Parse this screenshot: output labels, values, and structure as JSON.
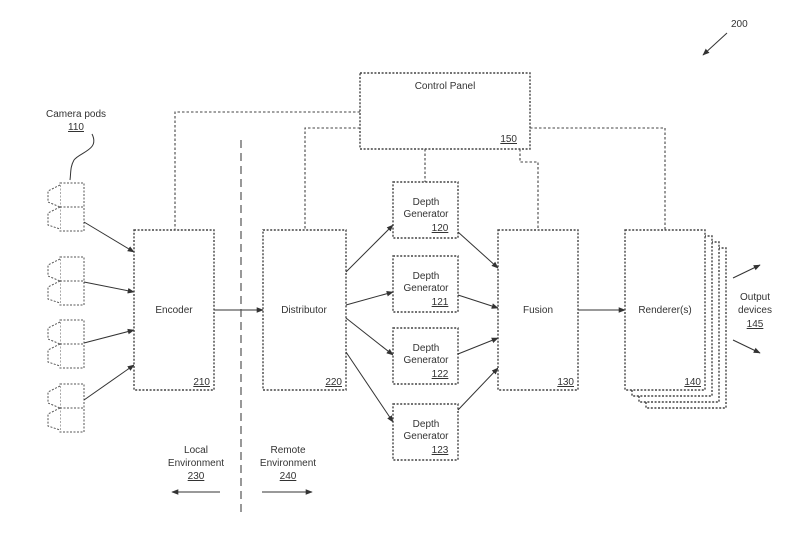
{
  "figure": {
    "ref": "200"
  },
  "camera_pods": {
    "label": "Camera pods",
    "ref": "110"
  },
  "control_panel": {
    "label": "Control Panel",
    "ref": "150"
  },
  "encoder": {
    "label": "Encoder",
    "ref": "210"
  },
  "distributor": {
    "label": "Distributor",
    "ref": "220"
  },
  "depth_generators": [
    {
      "line1": "Depth",
      "line2": "Generator",
      "ref": "120"
    },
    {
      "line1": "Depth",
      "line2": "Generator",
      "ref": "121"
    },
    {
      "line1": "Depth",
      "line2": "Generator",
      "ref": "122"
    },
    {
      "line1": "Depth",
      "line2": "Generator",
      "ref": "123"
    }
  ],
  "fusion": {
    "label": "Fusion",
    "ref": "130"
  },
  "renderer": {
    "label": "Renderer(s)",
    "ref": "140"
  },
  "output": {
    "line1": "Output",
    "line2": "devices",
    "ref": "145"
  },
  "local_env": {
    "line1": "Local",
    "line2": "Environment",
    "ref": "230"
  },
  "remote_env": {
    "line1": "Remote",
    "line2": "Environment",
    "ref": "240"
  }
}
